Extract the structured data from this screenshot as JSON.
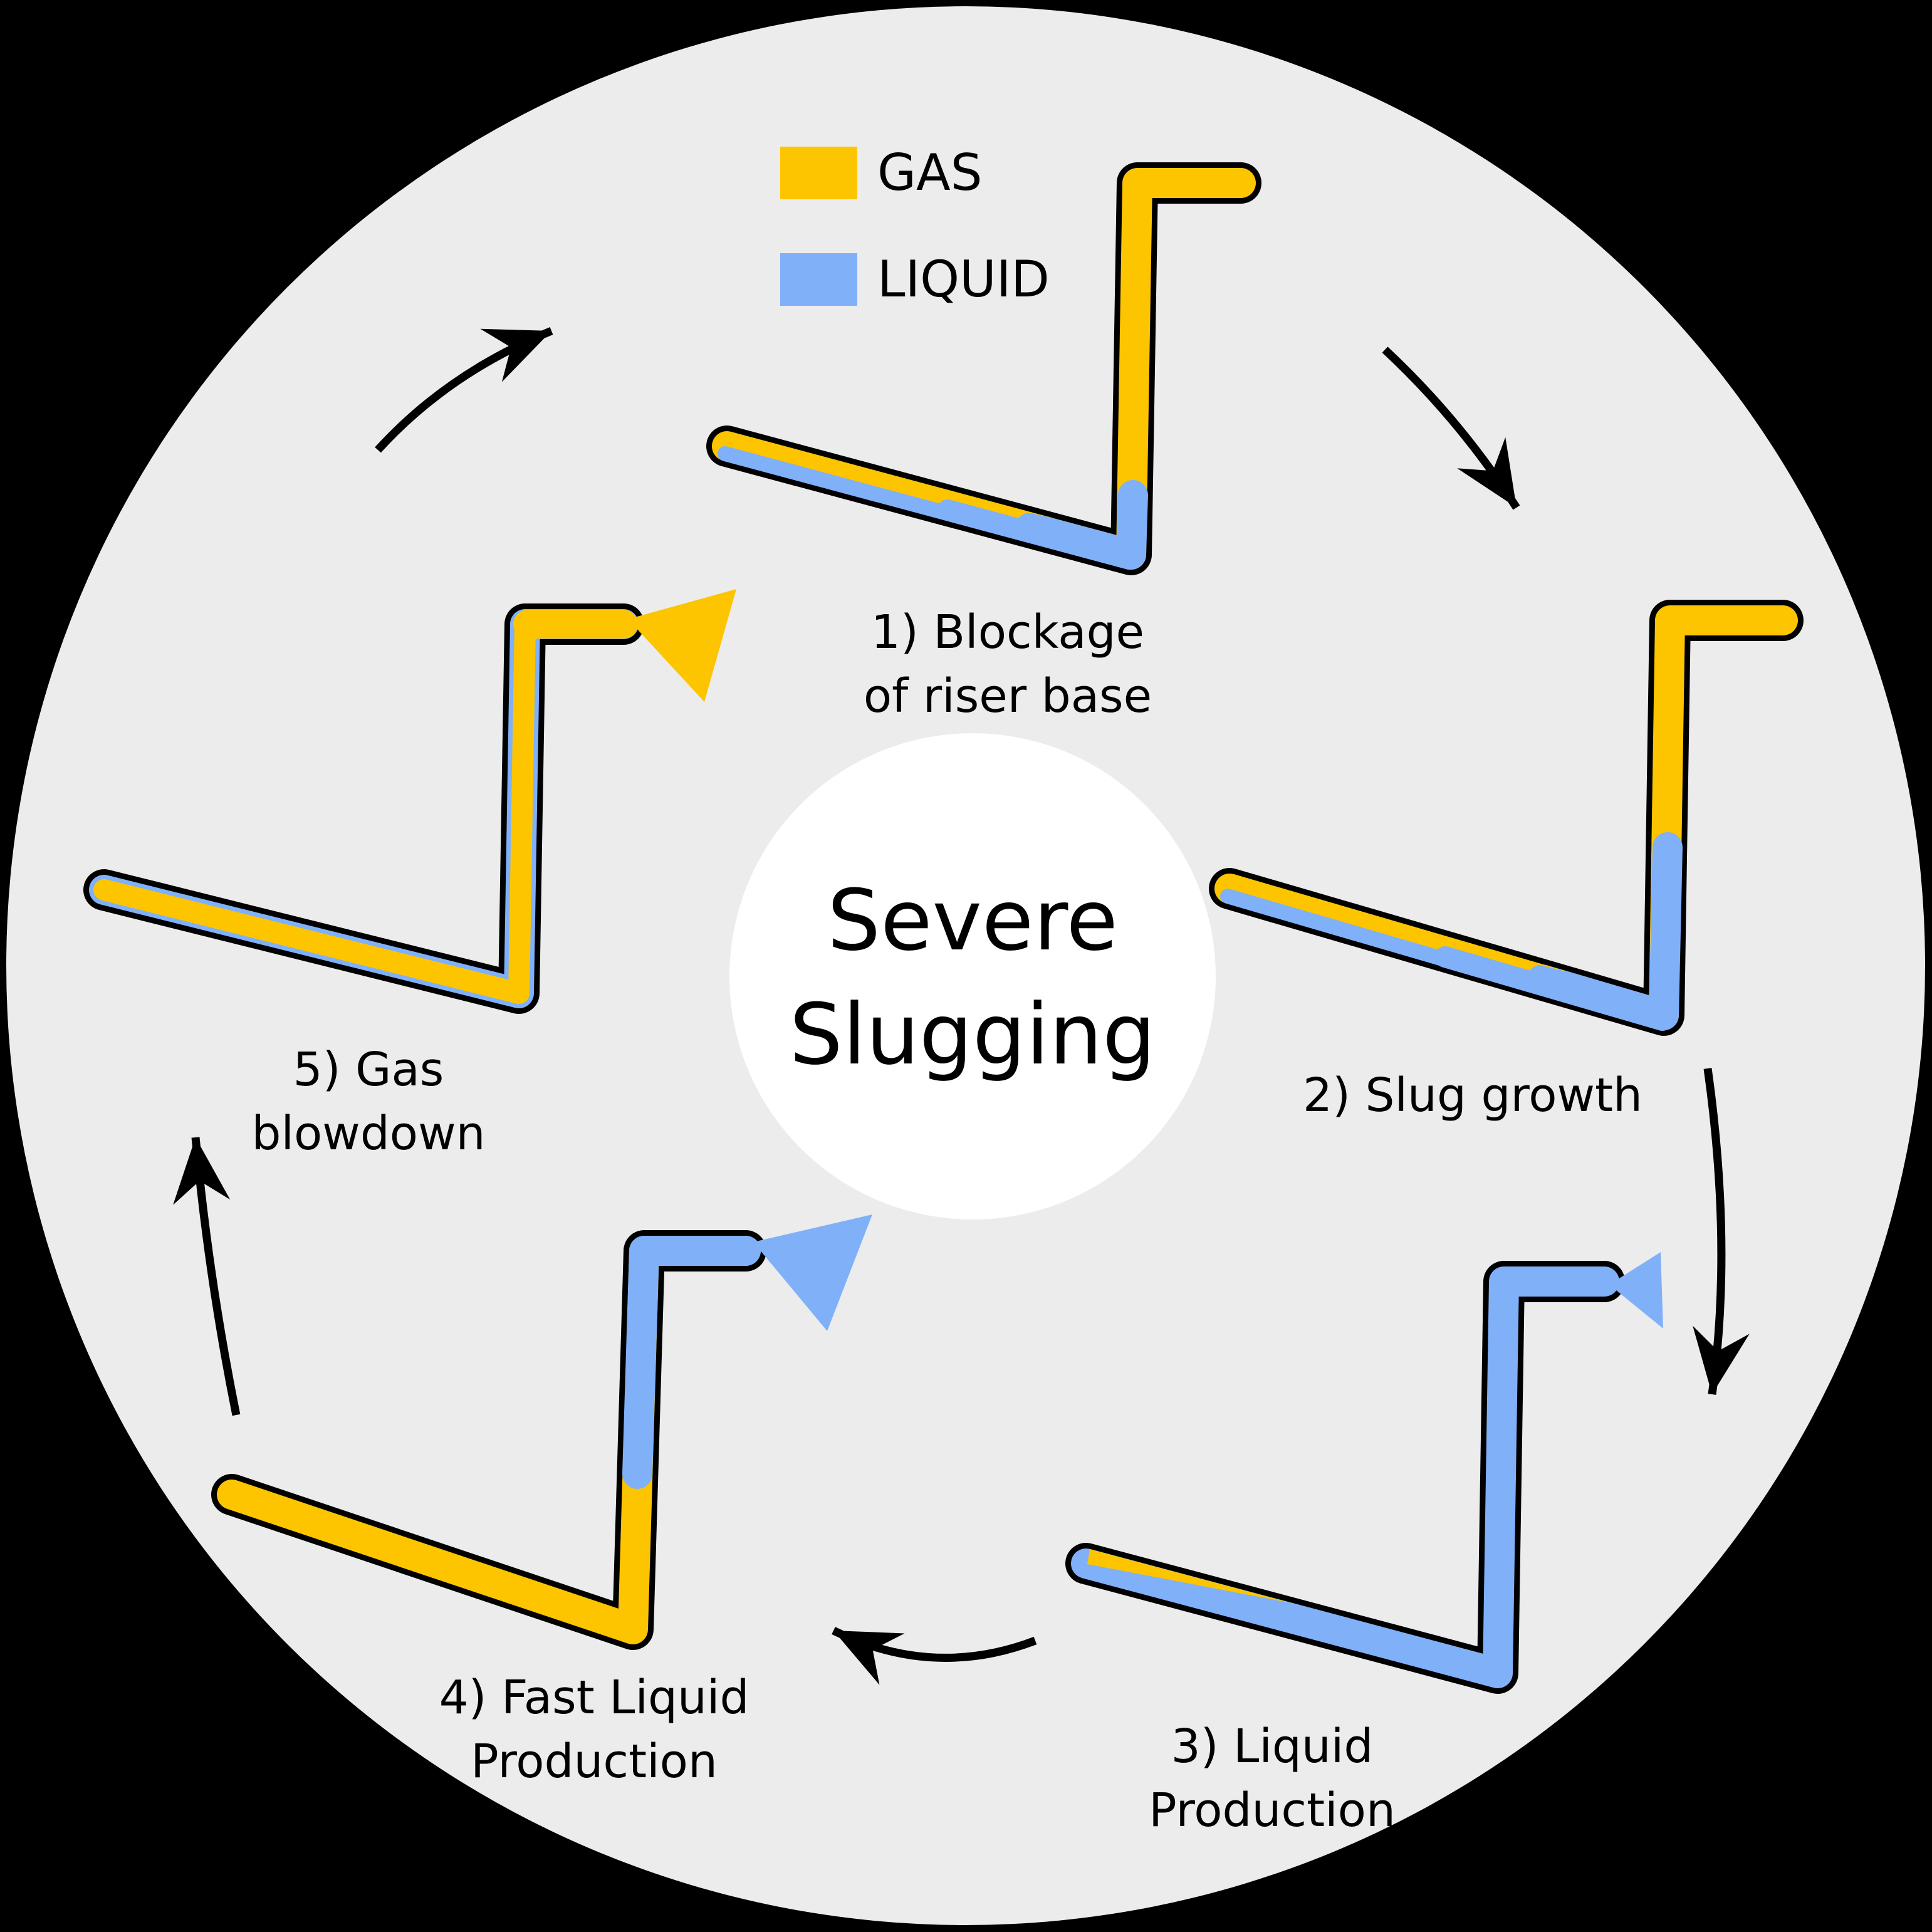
{
  "title": "Severe\nSlugging",
  "legend": {
    "items": [
      {
        "id": "gas",
        "label": "GAS"
      },
      {
        "id": "liquid",
        "label": "LIQUID"
      }
    ]
  },
  "stages": [
    {
      "label": "1) Blockage\nof riser base"
    },
    {
      "label": "2) Slug growth"
    },
    {
      "label": "3) Liquid\nProduction"
    },
    {
      "label": "4) Fast Liquid\nProduction"
    },
    {
      "label": "5) Gas\nblowdown"
    }
  ],
  "colors": {
    "gas": "#fdc500",
    "liquid": "#80b0f8",
    "circle": "#ececec",
    "center": "#ffffff",
    "page": "#000000",
    "outline": "#000000",
    "arrow": "#000000",
    "text": "#000000"
  }
}
